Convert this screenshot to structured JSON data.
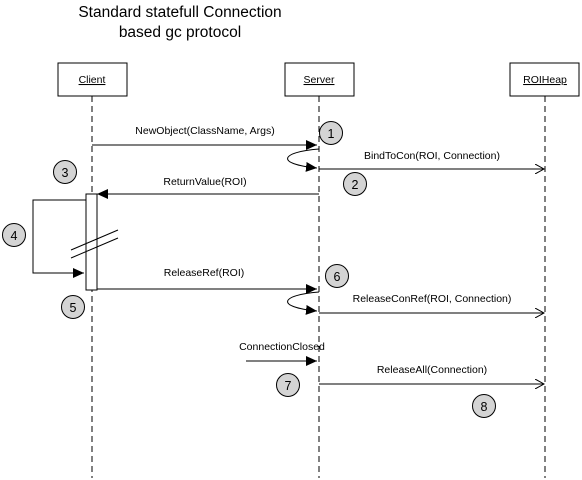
{
  "title": [
    "Standard statefull Connection",
    "based gc protocol"
  ],
  "objects": {
    "client": "Client",
    "server": "Server",
    "roiheap": "ROIHeap"
  },
  "messages": {
    "new_object": "NewObject(ClassName, Args)",
    "bind_to_con": "BindToCon(ROI, Connection)",
    "return_value": "ReturnValue(ROI)",
    "release_ref": "ReleaseRef(ROI)",
    "release_con_ref": "ReleaseConRef(ROI, Connection)",
    "connection_closed": "ConnectionClosed",
    "release_all": "ReleaseAll(Connection)"
  },
  "steps": [
    "1",
    "2",
    "3",
    "4",
    "5",
    "6",
    "7",
    "8"
  ],
  "colors": {
    "marker_fill": "#d4d4d4",
    "line": "#000000"
  }
}
